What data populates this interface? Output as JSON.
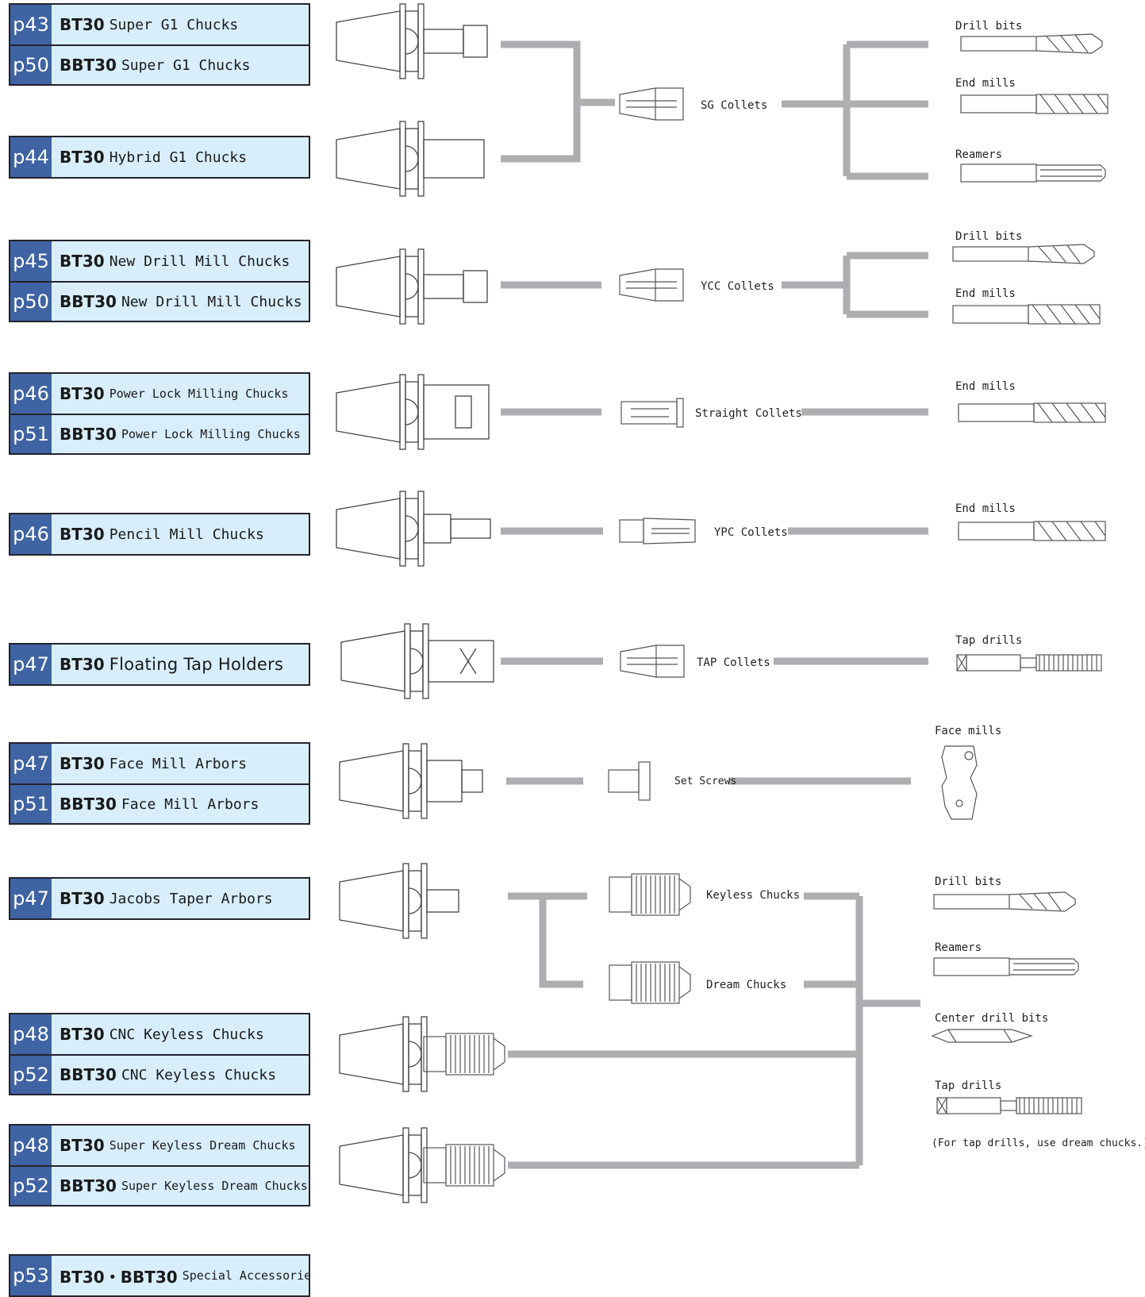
{
  "holders": [
    {
      "rows": [
        {
          "page": "p43",
          "series": "BT30",
          "name": "Super G1 Chucks"
        },
        {
          "page": "p50",
          "series": "BBT30",
          "name": "Super G1 Chucks"
        }
      ]
    },
    {
      "rows": [
        {
          "page": "p44",
          "series": "BT30",
          "name": "Hybrid G1 Chucks"
        }
      ]
    },
    {
      "rows": [
        {
          "page": "p45",
          "series": "BT30",
          "name": "New Drill Mill Chucks"
        },
        {
          "page": "p50",
          "series": "BBT30",
          "name": "New Drill Mill Chucks"
        }
      ]
    },
    {
      "rows": [
        {
          "page": "p46",
          "series": "BT30",
          "name": "Power Lock Milling Chucks"
        },
        {
          "page": "p51",
          "series": "BBT30",
          "name": "Power Lock Milling Chucks"
        }
      ]
    },
    {
      "rows": [
        {
          "page": "p46",
          "series": "BT30",
          "name": "Pencil Mill Chucks"
        }
      ]
    },
    {
      "rows": [
        {
          "page": "p47",
          "series": "BT30",
          "name": "Floating Tap Holders"
        }
      ]
    },
    {
      "rows": [
        {
          "page": "p47",
          "series": "BT30",
          "name": "Face Mill Arbors"
        },
        {
          "page": "p51",
          "series": "BBT30",
          "name": "Face Mill Arbors"
        }
      ]
    },
    {
      "rows": [
        {
          "page": "p47",
          "series": "BT30",
          "name": "Jacobs Taper Arbors"
        }
      ]
    },
    {
      "rows": [
        {
          "page": "p48",
          "series": "BT30",
          "name": "CNC Keyless Chucks"
        },
        {
          "page": "p52",
          "series": "BBT30",
          "name": "CNC Keyless Chucks"
        }
      ]
    },
    {
      "rows": [
        {
          "page": "p48",
          "series": "BT30",
          "name": "Super Keyless Dream Chucks"
        },
        {
          "page": "p52",
          "series": "BBT30",
          "name": "Super Keyless Dream Chucks"
        }
      ]
    },
    {
      "rows": [
        {
          "page": "p53",
          "series": "BT30・BBT30",
          "name": "Special Accessories"
        }
      ]
    }
  ],
  "collets": {
    "sg": "SG Collets",
    "ycc": "YCC Collets",
    "straight": "Straight Collets",
    "ypc": "YPC Collets",
    "tap": "TAP Collets",
    "setscrews": "Set Screws",
    "keyless": "Keyless Chucks",
    "dream": "Dream Chucks"
  },
  "tools": {
    "g1_drill": "Drill bits",
    "g1_endmill": "End mills",
    "g1_reamer": "Reamers",
    "ycc_drill": "Drill bits",
    "ycc_endmill": "End mills",
    "pl_endmill": "End mills",
    "pm_endmill": "End mills",
    "tap_drill": "Tap drills",
    "face_mill": "Face mills",
    "jt_drill": "Drill bits",
    "jt_reamer": "Reamers",
    "jt_center": "Center drill bits",
    "jt_tap": "Tap drills",
    "note": "(For tap drills, use dream chucks.)"
  },
  "colors": {
    "page_tab": "#3f63a3",
    "label_bg": "#d8eefb",
    "connector": "#aeaeb2"
  }
}
